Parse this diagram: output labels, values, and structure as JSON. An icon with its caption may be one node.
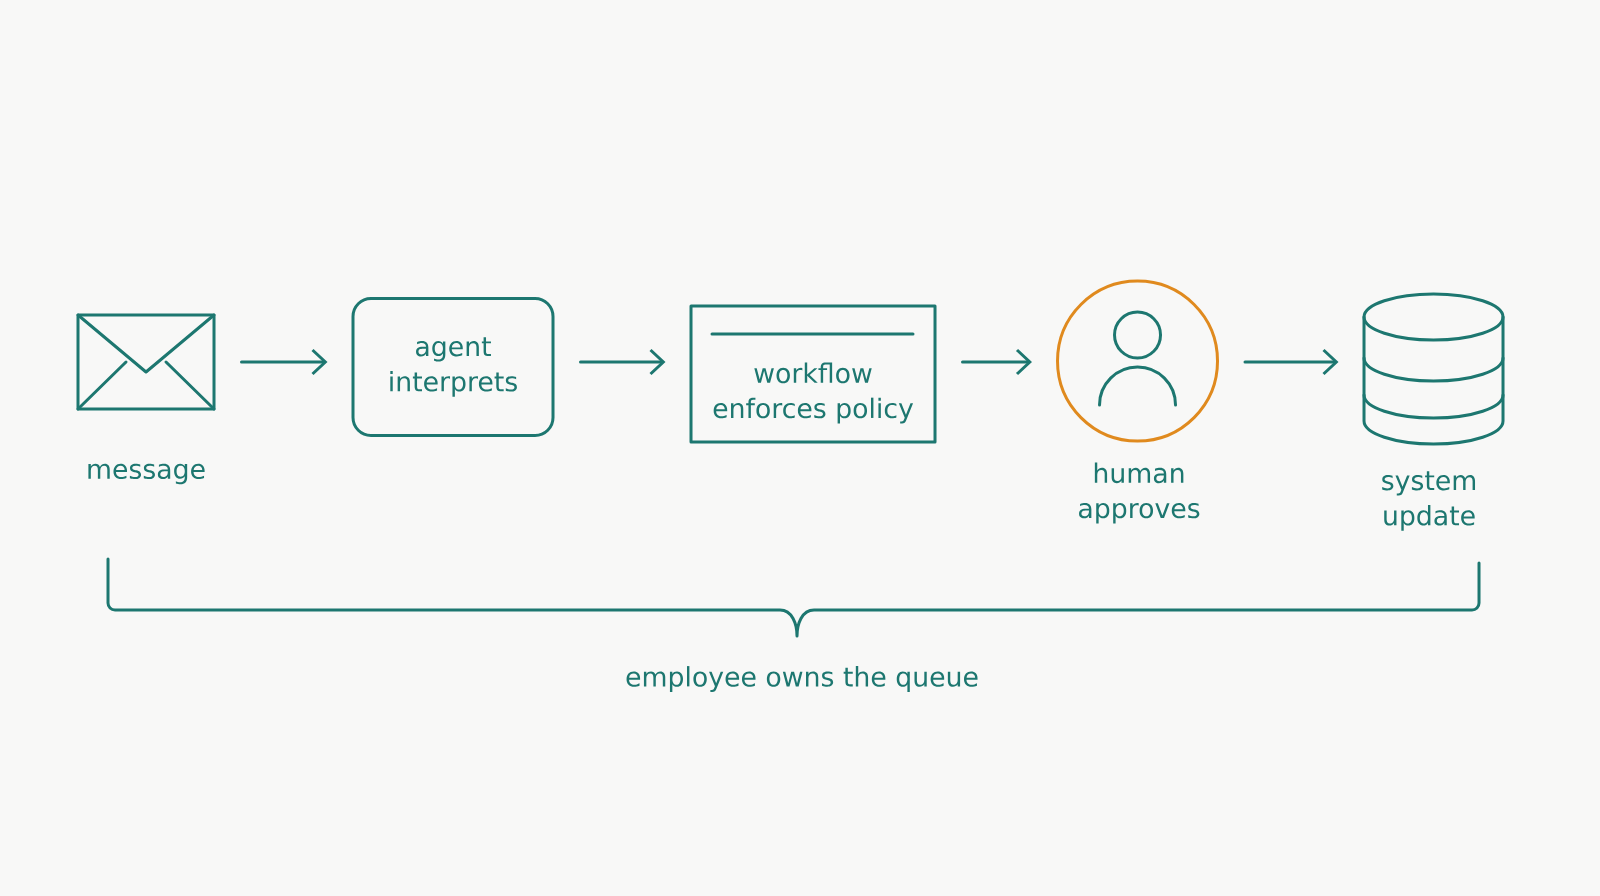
{
  "diagram": {
    "nodes": [
      {
        "text": [],
        "shape": "picture",
        "beside": [
          "message"
        ]
      },
      {
        "text": [
          "agent interprets"
        ]
      },
      {
        "text": [
          "workflow enforces policy"
        ]
      },
      {
        "text": [],
        "shape": "circle",
        "beside": [
          "human approves"
        ]
      },
      {
        "text": [],
        "shape": "cylinder",
        "beside": [
          "system update"
        ]
      }
    ],
    "edges": [
      {
        "from": 0,
        "to": 1,
        "arrow": "to"
      },
      {
        "from": 1,
        "to": 2,
        "arrow": "to"
      },
      {
        "from": 2,
        "to": 3,
        "arrow": "to"
      },
      {
        "from": 3,
        "to": 4,
        "arrow": "to"
      }
    ],
    "labels": [
      "employee owns the queue"
    ]
  }
}
